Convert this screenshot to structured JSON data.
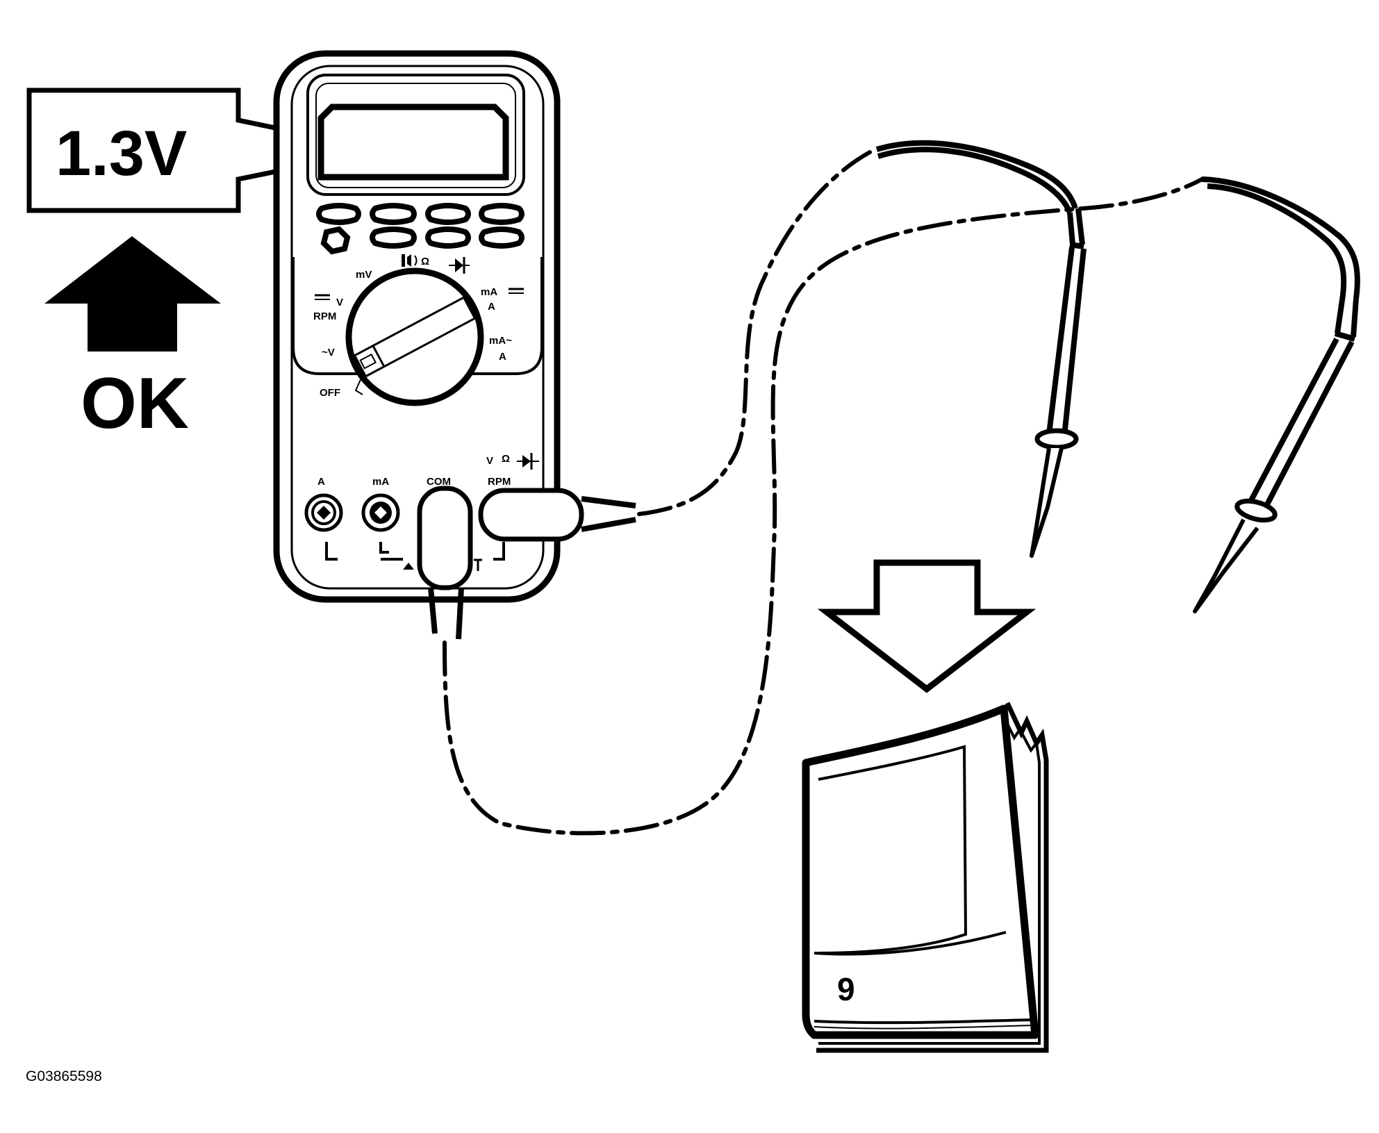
{
  "callout": {
    "reading": "1.3V"
  },
  "result": {
    "label": "OK",
    "arrow_icon": "arrow-up-icon"
  },
  "meter": {
    "dial_labels": {
      "mv": "mV",
      "ohm": "Ω",
      "dc_v_v": "V",
      "rpm": "RPM",
      "ac_v": "~V",
      "off": "OFF",
      "ma_dc": "mA",
      "a_dc": "A",
      "ma_ac": "mA~",
      "a_ac": "A"
    },
    "jacks": {
      "a": "A",
      "ma": "mA",
      "com": "COM",
      "v": "V",
      "omega": "Ω",
      "rpm": "RPM"
    },
    "icons": [
      "dc-symbol-icon",
      "continuity-icon",
      "diode-icon"
    ]
  },
  "manual": {
    "page_number": "9",
    "pointer_icon": "arrow-down-icon"
  },
  "figure_id": "G03865598"
}
